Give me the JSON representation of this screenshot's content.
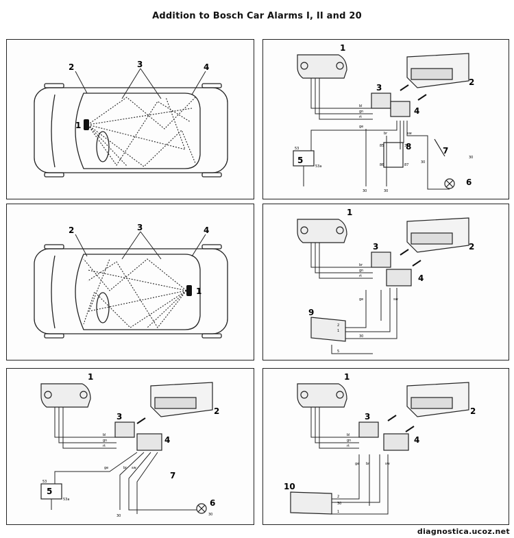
{
  "title": "Addition to Bosch Car Alarms I, II and 20",
  "footer": "diagnostica.ucoz.net",
  "panel1": {
    "n1": "1",
    "n2": "2",
    "n3": "3",
    "n4": "4"
  },
  "panel2": {
    "n1": "1",
    "n2": "2",
    "n3": "3",
    "n4": "4",
    "n5": "5",
    "n6": "6",
    "n7": "7",
    "n8": "8",
    "w_bl": "bl",
    "w_gn": "gn",
    "w_rt": "rt",
    "w_ge": "ge",
    "w_br": "br",
    "w_sw": "sw",
    "t53": "53",
    "t53a": "53a",
    "t85": "85",
    "t86": "86",
    "t87": "87",
    "t30a": "30",
    "t30b": "30",
    "t30c": "30",
    "t30d": "30",
    "t30e": "30"
  },
  "panel3": {
    "n1": "1",
    "n2": "2",
    "n3": "3",
    "n4": "4"
  },
  "panel4": {
    "n1": "1",
    "n2": "2",
    "n3": "3",
    "n4": "4",
    "n9": "9",
    "w_br": "br",
    "w_gn": "gn",
    "w_rt": "rt",
    "w_ge": "ge",
    "w_sw": "sw",
    "t2": "2",
    "t1": "1",
    "t30": "30",
    "t5": "5"
  },
  "panel5": {
    "n1": "1",
    "n2": "2",
    "n3": "3",
    "n4": "4",
    "n5": "5",
    "n6": "6",
    "n7": "7",
    "w_bl": "bl",
    "w_gn": "gn",
    "w_rt": "rt",
    "w_ge": "ge",
    "w_br": "br",
    "w_sw": "sw",
    "t53": "53",
    "t53a": "53a",
    "t30a": "30",
    "t30b": "30"
  },
  "panel6": {
    "n1": "1",
    "n2": "2",
    "n3": "3",
    "n4": "4",
    "n10": "10",
    "w_bl": "bl",
    "w_gn": "gn",
    "w_rt": "rt",
    "w_ge": "ge",
    "w_br": "br",
    "w_sw": "sw",
    "t2": "2",
    "t30": "30",
    "t1": "1"
  }
}
